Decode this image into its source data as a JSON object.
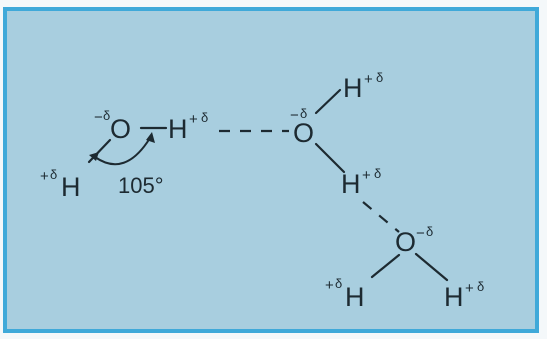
{
  "diagram": {
    "angle_label": "105°",
    "partial_positive": "+",
    "partial_negative": "−",
    "delta": "δ",
    "molecules": [
      {
        "oxygen": "O",
        "hydrogens": [
          "H",
          "H"
        ]
      },
      {
        "oxygen": "O",
        "hydrogens": [
          "H",
          "H"
        ]
      },
      {
        "oxygen": "O",
        "hydrogens": [
          "H",
          "H"
        ]
      }
    ]
  },
  "colors": {
    "panel": "#a8cedf",
    "border": "#3fa9d9",
    "ink": "#1d2a31"
  }
}
